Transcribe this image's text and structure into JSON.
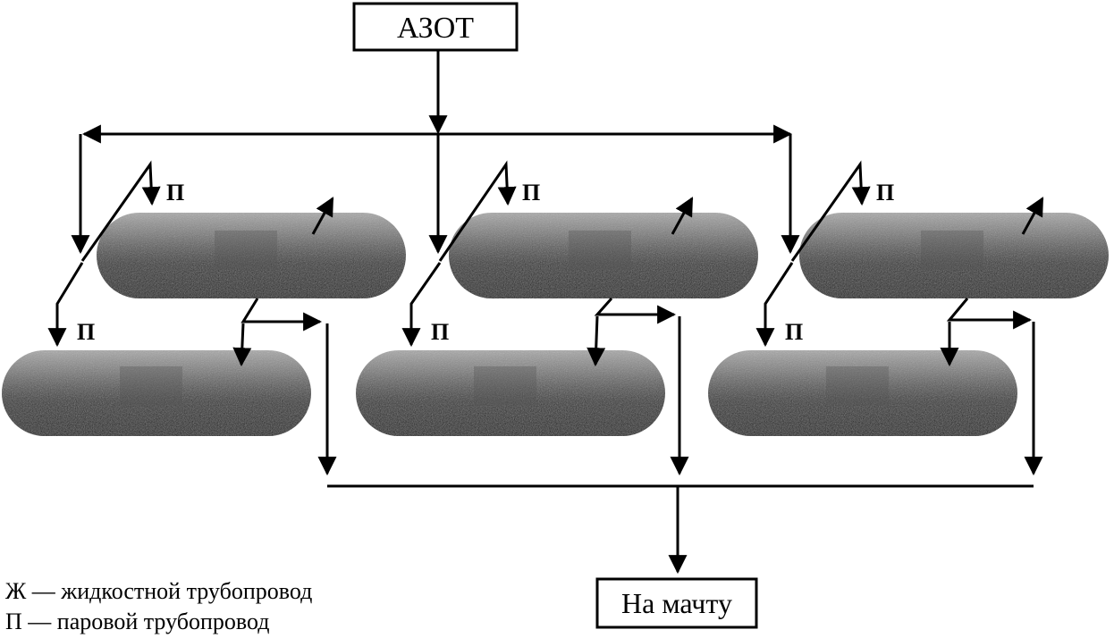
{
  "source_box": {
    "label": "АЗОТ"
  },
  "outlet_box": {
    "label": "На мачту"
  },
  "tags": {
    "vapor": "П"
  },
  "tanks": [
    {
      "id": "upper-1"
    },
    {
      "id": "upper-2"
    },
    {
      "id": "upper-3"
    },
    {
      "id": "lower-1"
    },
    {
      "id": "lower-2"
    },
    {
      "id": "lower-3"
    }
  ],
  "legend": [
    {
      "text": "Ж — жидкостной трубопровод"
    },
    {
      "text": "П — паровой трубопровод"
    }
  ],
  "colors": {
    "line": "#000000",
    "tank_dark": "#141414",
    "tank_light": "#bdbdbd"
  }
}
